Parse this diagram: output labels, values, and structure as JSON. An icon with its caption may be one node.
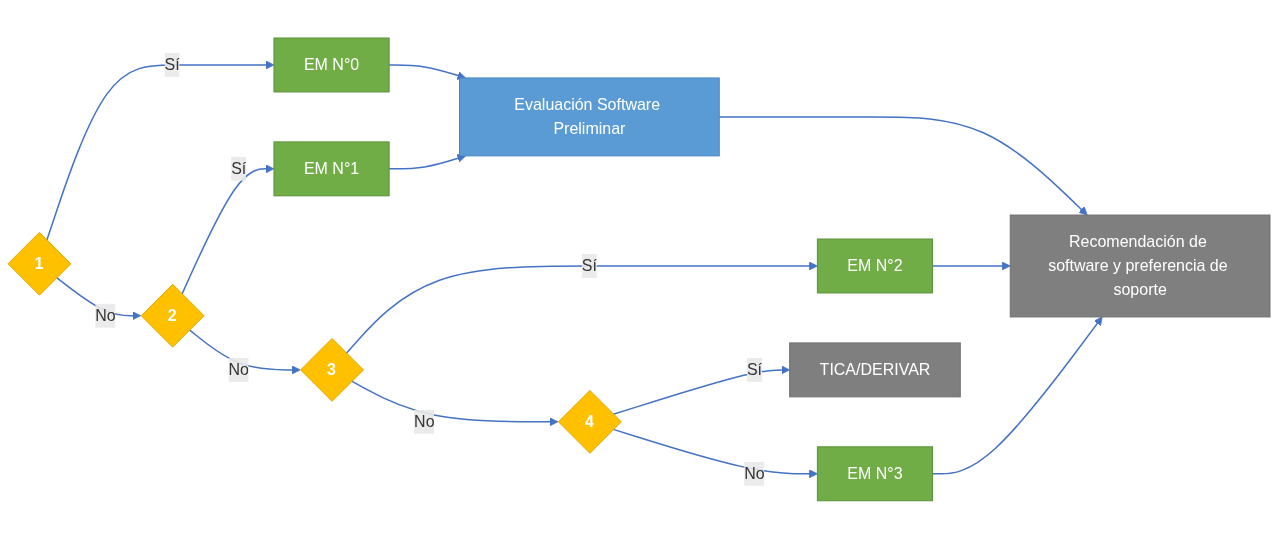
{
  "diagram": {
    "nodes": [
      {
        "text": [
          "1"
        ]
      },
      {
        "text": [
          "2"
        ]
      },
      {
        "text": [
          "3"
        ]
      },
      {
        "text": [
          "4"
        ]
      },
      {
        "text": [
          "EM N°0"
        ]
      },
      {
        "text": [
          "EM N°1"
        ]
      },
      {
        "text": [
          "EM N°2"
        ]
      },
      {
        "text": [
          "EM N°3"
        ]
      },
      {
        "text": [
          "Evaluación Software Preliminar"
        ]
      },
      {
        "text": [
          "Recomendación de software y preferencia de soporte"
        ]
      },
      {
        "text": [
          "TICA/DERIVAR"
        ]
      }
    ],
    "edges": [
      {
        "from": 0,
        "to": 4,
        "arrow": "to",
        "label": "Sí"
      },
      {
        "from": 0,
        "to": 1,
        "arrow": "to",
        "label": "No"
      },
      {
        "from": 1,
        "to": 5,
        "arrow": "to",
        "label": "Sí"
      },
      {
        "from": 1,
        "to": 2,
        "arrow": "to",
        "label": "No"
      },
      {
        "from": 2,
        "to": 6,
        "arrow": "to",
        "label": "Sí"
      },
      {
        "from": 2,
        "to": 3,
        "arrow": "to",
        "label": "No"
      },
      {
        "from": 3,
        "to": 10,
        "arrow": "to",
        "label": "Sí"
      },
      {
        "from": 3,
        "to": 7,
        "arrow": "to",
        "label": "No"
      },
      {
        "from": 4,
        "to": 8,
        "arrow": "to"
      },
      {
        "from": 5,
        "to": 8,
        "arrow": "to"
      },
      {
        "from": 6,
        "to": 9,
        "arrow": "to"
      },
      {
        "from": 7,
        "to": 9,
        "arrow": "to"
      },
      {
        "from": 8,
        "to": 9,
        "arrow": "to"
      }
    ]
  }
}
